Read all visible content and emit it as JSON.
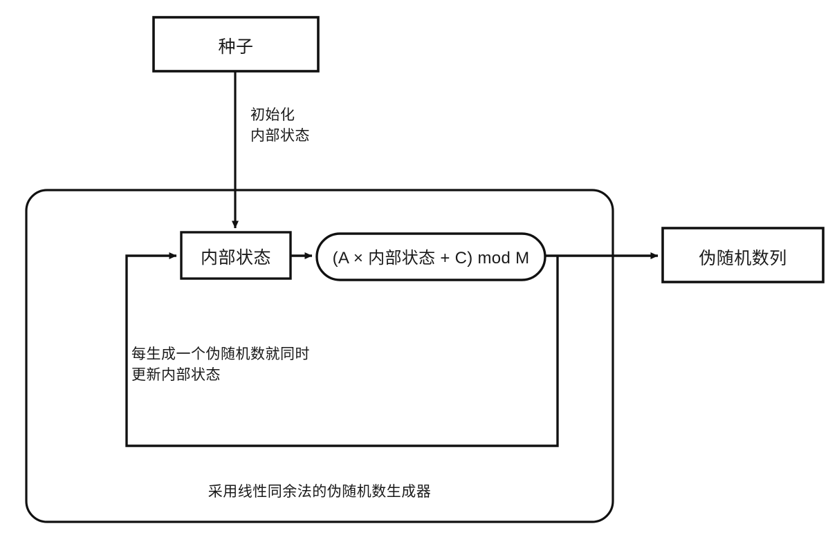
{
  "diagram": {
    "title_caption": "采用线性同余法的伪随机数生成器",
    "nodes": {
      "seed": {
        "label": "种子",
        "shape": "rect"
      },
      "internal_state": {
        "label": "内部状态",
        "shape": "rect"
      },
      "formula": {
        "label": "(A × 内部状态 + C) mod M",
        "shape": "stadium"
      },
      "output": {
        "label": "伪随机数列",
        "shape": "rect"
      },
      "container": {
        "label": "采用线性同余法的伪随机数生成器",
        "shape": "rounded-rect"
      }
    },
    "edge_labels": {
      "init": "初始化\n内部状态",
      "feedback": "每生成一个伪随机数就同时\n更新内部状态"
    },
    "colors": {
      "stroke": "#111111",
      "background": "#ffffff",
      "text": "#1a1a1a"
    }
  }
}
